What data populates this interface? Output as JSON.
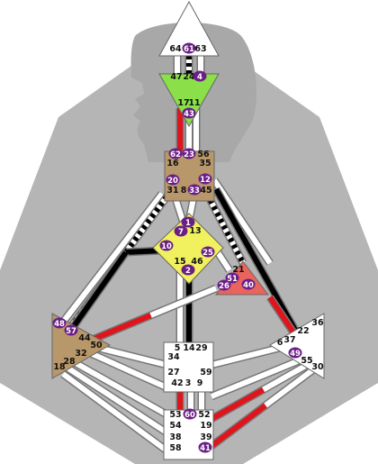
{
  "colors": {
    "background": "#b5b5b5",
    "silhouette": "#a8a8a8",
    "channel_white": "#ffffff",
    "channel_red": "#e0141c",
    "channel_black": "#000000",
    "activated_gate": "#6b1f86",
    "head_center": "#ffffff",
    "ajna_center": "#8be04a",
    "throat_center": "#b8976a",
    "g_center": "#f1f160",
    "ego_center": "#e8645c",
    "spleen_center": "#b8976a",
    "sacral_center": "#ffffff",
    "solar_plexus_center": "#ffffff",
    "root_center": "#ffffff"
  },
  "centers": {
    "head": {
      "gates": [
        "64",
        "61",
        "63"
      ],
      "active": [
        "61"
      ]
    },
    "ajna": {
      "gates": [
        "47",
        "24",
        "4",
        "17",
        "11",
        "43"
      ],
      "active": [
        "4",
        "43"
      ]
    },
    "throat": {
      "gates": [
        "62",
        "23",
        "56",
        "16",
        "35",
        "20",
        "12",
        "31",
        "8",
        "33",
        "45"
      ],
      "active": [
        "62",
        "23",
        "20",
        "12",
        "33"
      ]
    },
    "g": {
      "gates": [
        "1",
        "7",
        "13",
        "10",
        "25",
        "15",
        "46",
        "2"
      ],
      "active": [
        "1",
        "7",
        "10",
        "25",
        "2"
      ]
    },
    "ego": {
      "gates": [
        "21",
        "51",
        "26",
        "40"
      ],
      "active": [
        "51",
        "26",
        "40"
      ]
    },
    "spleen": {
      "gates": [
        "48",
        "57",
        "44",
        "50",
        "32",
        "28",
        "18"
      ],
      "active": [
        "48",
        "57"
      ]
    },
    "sacral": {
      "gates": [
        "5",
        "14",
        "29",
        "34",
        "27",
        "59",
        "42",
        "3",
        "9"
      ],
      "active": []
    },
    "solar_plexus": {
      "gates": [
        "36",
        "22",
        "6",
        "37",
        "49",
        "55",
        "30"
      ],
      "active": [
        "49"
      ]
    },
    "root": {
      "gates": [
        "53",
        "60",
        "52",
        "54",
        "19",
        "38",
        "39",
        "58",
        "41"
      ],
      "active": [
        "60",
        "41"
      ]
    }
  }
}
